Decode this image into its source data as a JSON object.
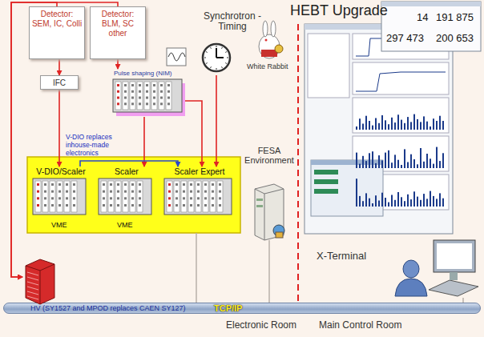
{
  "diagram": {
    "title": "HEBT Upgrade",
    "nodes": [
      {
        "text": [
          "Detector: SEM, IC, Colli"
        ]
      },
      {
        "text": [
          "Detector: BLM, SC other"
        ]
      },
      {
        "text": [
          "Synchrotron -Timing",
          "White Rabbit"
        ]
      },
      {
        "text": [
          "IFC"
        ]
      },
      {
        "text": [
          "Pulse shaping (NIM)"
        ]
      },
      {
        "text": [
          "V-DIO/Scaler"
        ]
      },
      {
        "text": [
          "Scaler"
        ]
      },
      {
        "text": [
          "Scaler Expert"
        ]
      },
      {
        "text": [
          "FESA Environment"
        ]
      },
      {
        "text": [
          "X-Terminal"
        ]
      },
      {
        "text": [
          "HV (SY1527 and MPOD replaces CAEN SY127)"
        ]
      },
      {
        "text": [
          "TCP/IP"
        ]
      }
    ],
    "edges": [
      {
        "from": 0,
        "to": 3,
        "arrow": "to"
      },
      {
        "from": 3,
        "to": 5,
        "arrow": "to"
      },
      {
        "from": 1,
        "to": 4,
        "arrow": "to"
      },
      {
        "from": 4,
        "to": 6,
        "arrow": "to"
      },
      {
        "from": 4,
        "to": 7,
        "arrow": "to"
      },
      {
        "from": 2,
        "to": 7,
        "arrow": "to"
      },
      {
        "from": 5,
        "to": 7,
        "arrow": "to"
      },
      {
        "from": 0,
        "to": 10,
        "arrow": "to"
      },
      {
        "from": 1,
        "to": 10,
        "arrow": "to"
      },
      {
        "from": 8,
        "to": 11,
        "arrow": "none"
      },
      {
        "from": 9,
        "to": 11,
        "arrow": "none"
      }
    ],
    "labels": [
      "V-DIO replaces inhouse-made electronics",
      "VME",
      "VME",
      "14",
      "191 875",
      "297 473",
      "200 653",
      "Electronic Room",
      "Main Control Room"
    ]
  }
}
